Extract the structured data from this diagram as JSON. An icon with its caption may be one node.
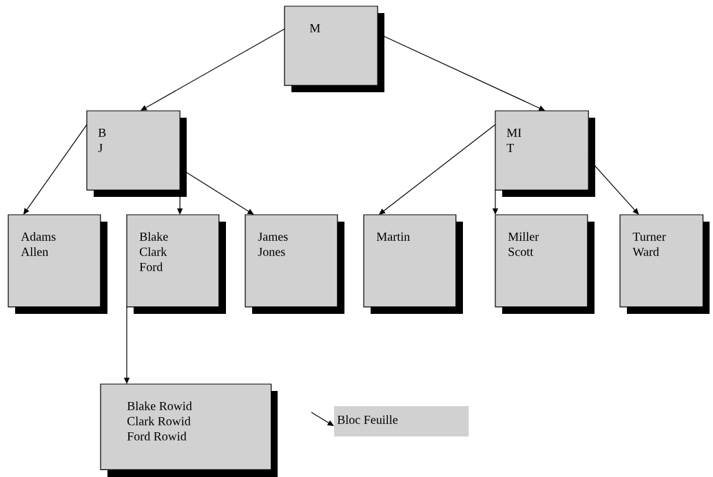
{
  "diagram": {
    "nodes": [
      {
        "text": [
          "M"
        ]
      },
      {
        "text": [
          "B",
          "J"
        ]
      },
      {
        "text": [
          "MI",
          "T"
        ]
      },
      {
        "text": [
          "Adams",
          "Allen"
        ]
      },
      {
        "text": [
          "Blake",
          "Clark",
          "Ford"
        ]
      },
      {
        "text": [
          "James",
          "Jones"
        ]
      },
      {
        "text": [
          "Martin"
        ]
      },
      {
        "text": [
          "Miller",
          "Scott"
        ]
      },
      {
        "text": [
          "Turner",
          "Ward"
        ]
      },
      {
        "text": [
          "Blake Rowid",
          "Clark Rowid",
          "Ford Rowid"
        ]
      },
      {
        "text": [
          "Bloc Feuille"
        ]
      }
    ],
    "edges": [
      {
        "from": 0,
        "to": 1,
        "arrow": "to"
      },
      {
        "from": 0,
        "to": 2,
        "arrow": "to"
      },
      {
        "from": 1,
        "to": 3,
        "arrow": "to"
      },
      {
        "from": 1,
        "to": 4,
        "arrow": "to"
      },
      {
        "from": 1,
        "to": 5,
        "arrow": "to"
      },
      {
        "from": 2,
        "to": 6,
        "arrow": "to"
      },
      {
        "from": 2,
        "to": 7,
        "arrow": "to"
      },
      {
        "from": 2,
        "to": 8,
        "arrow": "to"
      },
      {
        "from": 4,
        "to": 9,
        "arrow": "to"
      },
      {
        "from": null,
        "to": 10,
        "arrow": "to"
      }
    ]
  }
}
